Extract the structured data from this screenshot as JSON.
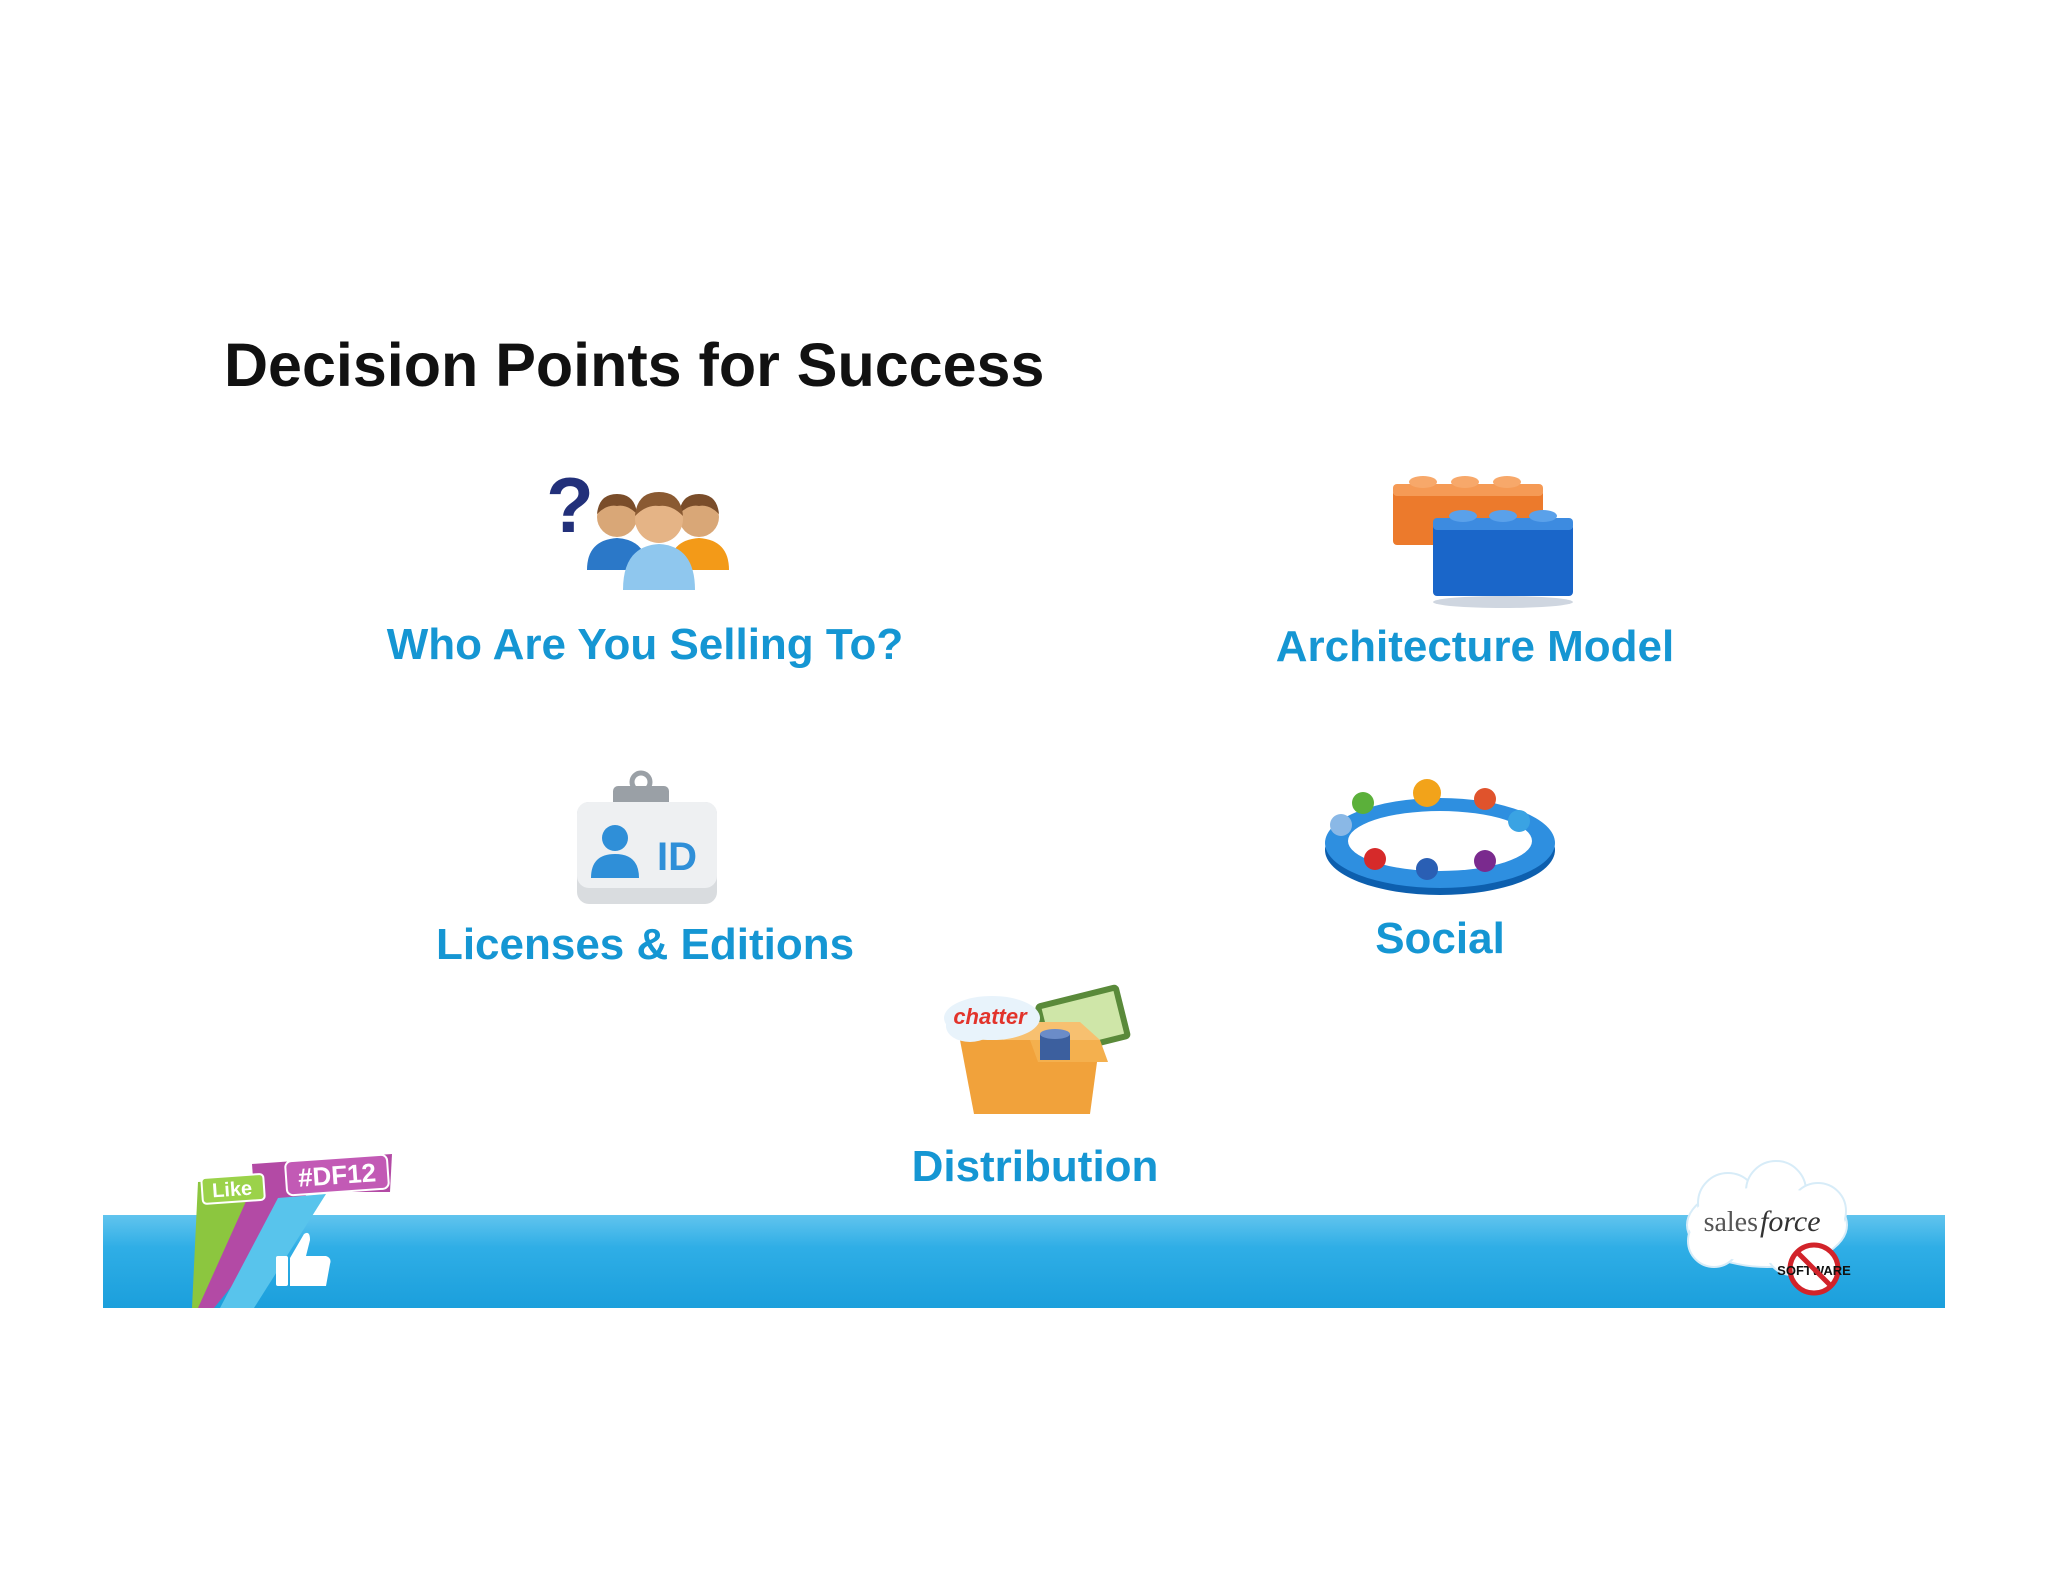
{
  "slide": {
    "title": "Decision Points for Success",
    "items": [
      {
        "label": "Who Are You Selling To?",
        "icon": "people-question-icon"
      },
      {
        "label": "Architecture Model",
        "icon": "building-blocks-icon"
      },
      {
        "label": "Licenses & Editions",
        "icon": "id-badge-icon"
      },
      {
        "label": "Social",
        "icon": "social-ring-icon"
      },
      {
        "label": "Distribution",
        "icon": "package-box-icon"
      }
    ],
    "icon_texts": {
      "question_mark": "?",
      "id": "ID",
      "chatter": "chatter"
    }
  },
  "footer": {
    "event_badge": {
      "like": "Like",
      "hashtag": "#DF12"
    },
    "brand": {
      "name_sales": "sales",
      "name_force": "force",
      "stamp": "SOFTWARE"
    }
  },
  "colors": {
    "accent_blue": "#1596d3",
    "title": "#111111",
    "band": "#2faee6"
  }
}
